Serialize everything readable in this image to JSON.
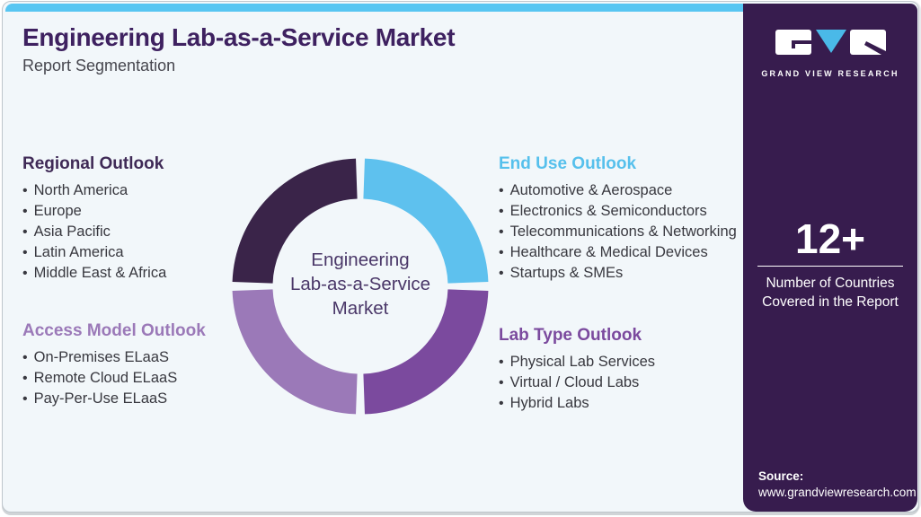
{
  "page": {
    "title": "Engineering Lab-as-a-Service Market",
    "subtitle": "Report Segmentation"
  },
  "chart_data": {
    "type": "pie",
    "donut": true,
    "center_label": "Engineering Lab-as-a-Service Market",
    "center_lines": [
      "Engineering",
      "Lab-as-a-Service",
      "Market"
    ],
    "legend_position": "none",
    "segments": [
      {
        "name": "End Use Outlook",
        "value": 25,
        "color": "#5ec1ee"
      },
      {
        "name": "Lab Type Outlook",
        "value": 25,
        "color": "#7b4a9e"
      },
      {
        "name": "Access Model Outlook",
        "value": 25,
        "color": "#9b79b8"
      },
      {
        "name": "Regional Outlook",
        "value": 25,
        "color": "#3a2449"
      }
    ]
  },
  "sections": {
    "regional": {
      "heading": "Regional Outlook",
      "color": "#3f2a56",
      "items": [
        "North America",
        "Europe",
        "Asia Pacific",
        "Latin America",
        "Middle East & Africa"
      ]
    },
    "access": {
      "heading": "Access Model Outlook",
      "color": "#9b79b8",
      "items": [
        "On-Premises ELaaS",
        "Remote Cloud ELaaS",
        "Pay-Per-Use ELaaS"
      ]
    },
    "enduse": {
      "heading": "End Use Outlook",
      "color": "#56c0ec",
      "items": [
        "Automotive & Aerospace",
        "Electronics & Semiconductors",
        "Telecommunications & Networking",
        "Healthcare & Medical Devices",
        "Startups & SMEs"
      ]
    },
    "labtype": {
      "heading": "Lab Type Outlook",
      "color": "#7b4a9e",
      "items": [
        "Physical Lab Services",
        "Virtual / Cloud Labs",
        "Hybrid Labs"
      ]
    }
  },
  "sidebar": {
    "logo_name": "GRAND VIEW RESEARCH",
    "stat_value": "12+",
    "stat_caption": "Number of Countries Covered in the Report",
    "source_label": "Source:",
    "source_url": "www.grandviewresearch.com"
  },
  "colors": {
    "accent_blue": "#58c6f2",
    "sidebar_bg": "#371c4e",
    "title_text": "#3e2160",
    "body_text": "#38383f",
    "canvas_bg": "#f2f7fa"
  }
}
